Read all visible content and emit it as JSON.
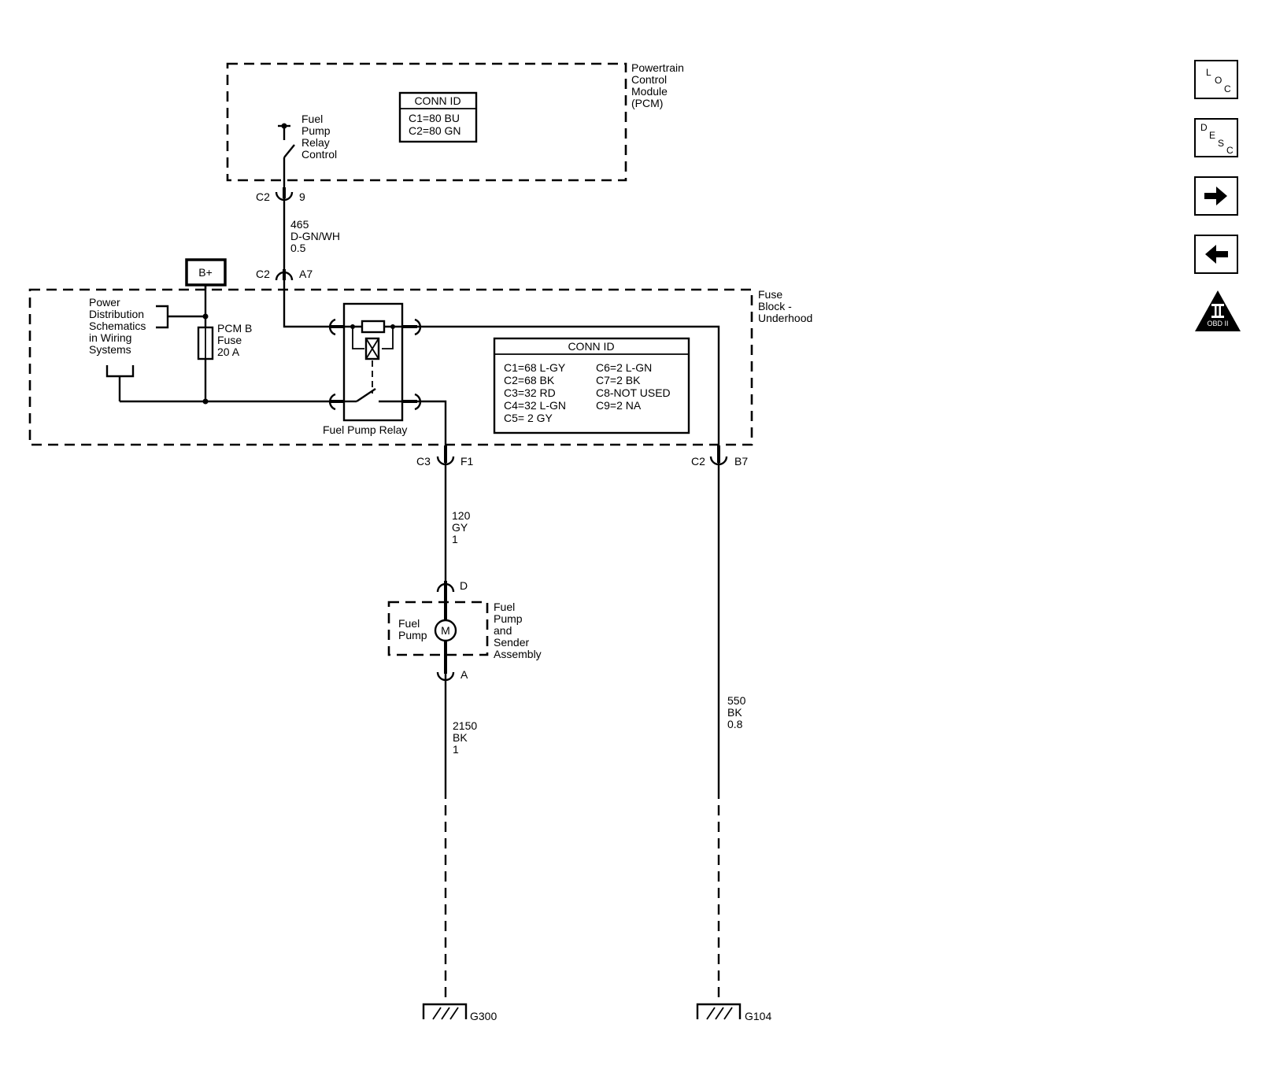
{
  "pcm": {
    "title": [
      "Powertrain",
      "Control",
      "Module",
      "(PCM)"
    ],
    "conn_id": {
      "header": "CONN ID",
      "lines": [
        "C1=80 BU",
        "C2=80 GN"
      ]
    },
    "relay_control": [
      "Fuel",
      "Pump",
      "Relay",
      "Control"
    ],
    "connector": {
      "name": "C2",
      "pin": "9"
    }
  },
  "wire_465": [
    "465",
    "D-GN/WH",
    "0.5"
  ],
  "fuse_block_connector_a7": {
    "name": "C2",
    "pin": "A7"
  },
  "b_plus": "B+",
  "fuse_block": {
    "title": [
      "Fuse",
      "Block -",
      "Underhood"
    ],
    "power_ref": [
      "Power",
      "Distribution",
      "Schematics",
      "in Wiring",
      "Systems"
    ],
    "fuse": [
      "PCM B",
      "Fuse",
      "20 A"
    ],
    "relay_label": "Fuel Pump Relay",
    "conn_id": {
      "header": "CONN ID",
      "left": [
        "C1=68 L-GY",
        "C2=68 BK",
        "C3=32 RD",
        "C4=32 L-GN",
        "C5= 2 GY"
      ],
      "right": [
        "C6=2 L-GN",
        "C7=2 BK",
        "C8-NOT USED",
        "C9=2 NA"
      ]
    }
  },
  "connector_f1": {
    "name": "C3",
    "pin": "F1"
  },
  "connector_b7": {
    "name": "C2",
    "pin": "B7"
  },
  "wire_120": [
    "120",
    "GY",
    "1"
  ],
  "pump_assembly": {
    "pin_top": "D",
    "pin_bottom": "A",
    "pump_label": [
      "Fuel",
      "Pump"
    ],
    "motor_symbol": "M",
    "assembly_label": [
      "Fuel",
      "Pump",
      "and",
      "Sender",
      "Assembly"
    ]
  },
  "wire_2150": [
    "2150",
    "BK",
    "1"
  ],
  "wire_550": [
    "550",
    "BK",
    "0.8"
  ],
  "grounds": {
    "g300": "G300",
    "g104": "G104"
  },
  "side_buttons": [
    {
      "name": "loc-button",
      "chars": [
        "L",
        "O",
        "C"
      ]
    },
    {
      "name": "desc-button",
      "chars": [
        "D",
        "E",
        "S",
        "C"
      ]
    },
    {
      "name": "next-button",
      "icon": "arrow-right-icon"
    },
    {
      "name": "prev-button",
      "icon": "arrow-left-icon"
    },
    {
      "name": "obd-button",
      "icon": "obd-ii-icon",
      "label": "OBD II"
    }
  ]
}
